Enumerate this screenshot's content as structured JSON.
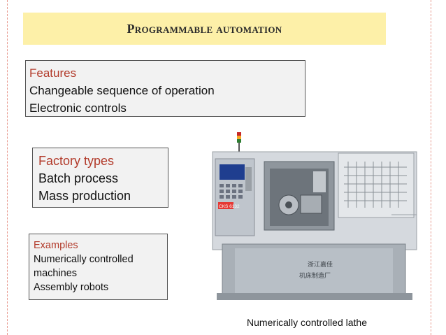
{
  "title": "Programmable automation",
  "features": {
    "heading": "Features",
    "items": [
      "Changeable sequence of operation",
      "Electronic controls"
    ]
  },
  "factory_types": {
    "heading": "Factory types",
    "items": [
      "Batch process",
      "Mass production"
    ]
  },
  "examples": {
    "heading": "Examples",
    "items": [
      "Numerically controlled machines",
      "Assembly robots"
    ]
  },
  "image": {
    "caption": "Numerically controlled lathe",
    "panel_label": "CKS 6132",
    "cabinet_text_lines": [
      "浙江嘉佳",
      "机床制造厂"
    ]
  },
  "colors": {
    "title_background": "#fdf0a8",
    "heading_text": "#b23a2a",
    "box_background": "#f2f2f2",
    "slide_border": "#e89a8f"
  }
}
